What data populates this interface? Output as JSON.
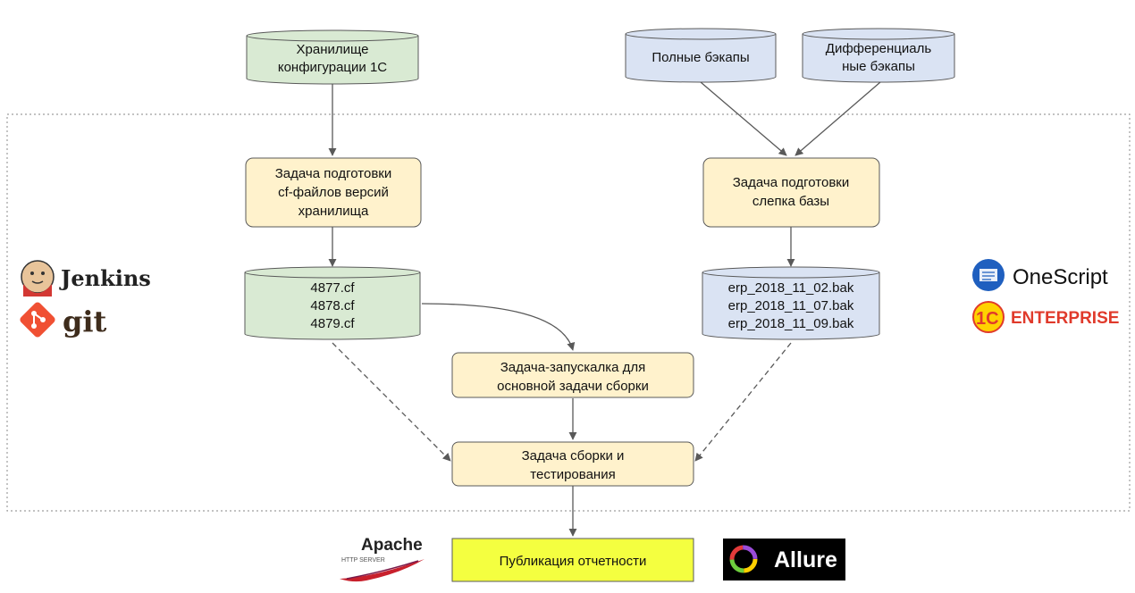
{
  "nodes": {
    "config_storage": {
      "lines": [
        "Хранилище",
        "конфигурации 1С"
      ]
    },
    "full_backups": {
      "lines": [
        "Полные бэкапы"
      ]
    },
    "diff_backups": {
      "lines": [
        "Дифференциаль",
        "ные бэкапы"
      ]
    },
    "task_cf_prep": {
      "lines": [
        "Задача подготовки",
        "cf-файлов версий",
        "хранилища"
      ]
    },
    "task_snapshot": {
      "lines": [
        "Задача подготовки",
        "слепка базы"
      ]
    },
    "cf_files": {
      "lines": [
        "4877.cf",
        "4878.cf",
        "4879.cf"
      ]
    },
    "bak_files": {
      "lines": [
        "erp_2018_11_02.bak",
        "erp_2018_11_07.bak",
        "erp_2018_11_09.bak"
      ]
    },
    "task_launcher": {
      "lines": [
        "Задача-запускалка для",
        "основной задачи сборки"
      ]
    },
    "task_build_test": {
      "lines": [
        "Задача сборки и",
        "тестирования"
      ]
    },
    "publish_report": {
      "lines": [
        "Публикация отчетности"
      ]
    }
  },
  "logos": {
    "jenkins": "Jenkins",
    "git": "git",
    "onescript": "OneScript",
    "enterprise": "ENTERPRISE",
    "enterprise_prefix": "1С",
    "apache": "Apache",
    "apache_sub": "HTTP SERVER",
    "allure": "Allure"
  },
  "colors": {
    "storage_green": "#d9ead3",
    "backup_blue": "#dae3f3",
    "task_yellow": "#fff2cc",
    "publish_yellow": "#f4ff40",
    "stroke": "#595959"
  }
}
